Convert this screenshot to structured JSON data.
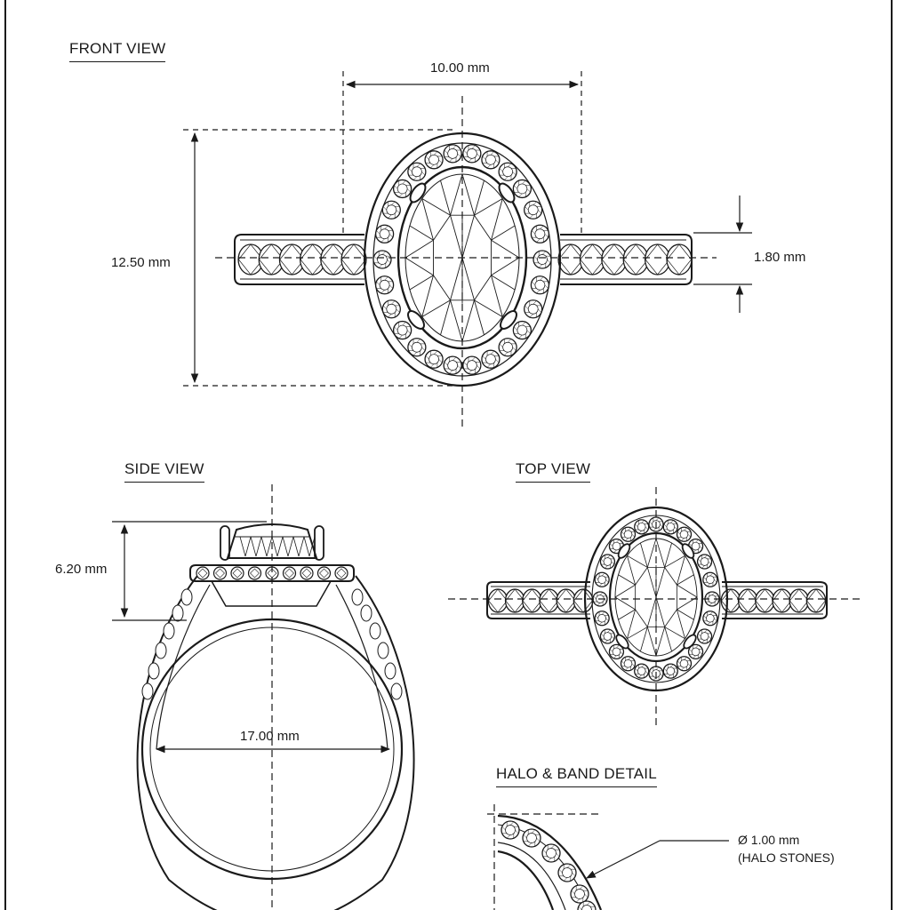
{
  "views": {
    "front": "FRONT VIEW",
    "side": "SIDE VIEW",
    "top": "TOP VIEW",
    "detail": "HALO & BAND DETAIL"
  },
  "dimensions": {
    "width": "10.00 mm",
    "height": "12.50 mm",
    "band_width": "1.80 mm",
    "profile_height": "6.20 mm",
    "inner_diameter": "17.00 mm"
  },
  "callout": {
    "size": "Ø 1.00 mm",
    "note": "(HALO STONES)"
  },
  "colors": {
    "ink": "#1a1a1a",
    "paper": "#ffffff"
  }
}
